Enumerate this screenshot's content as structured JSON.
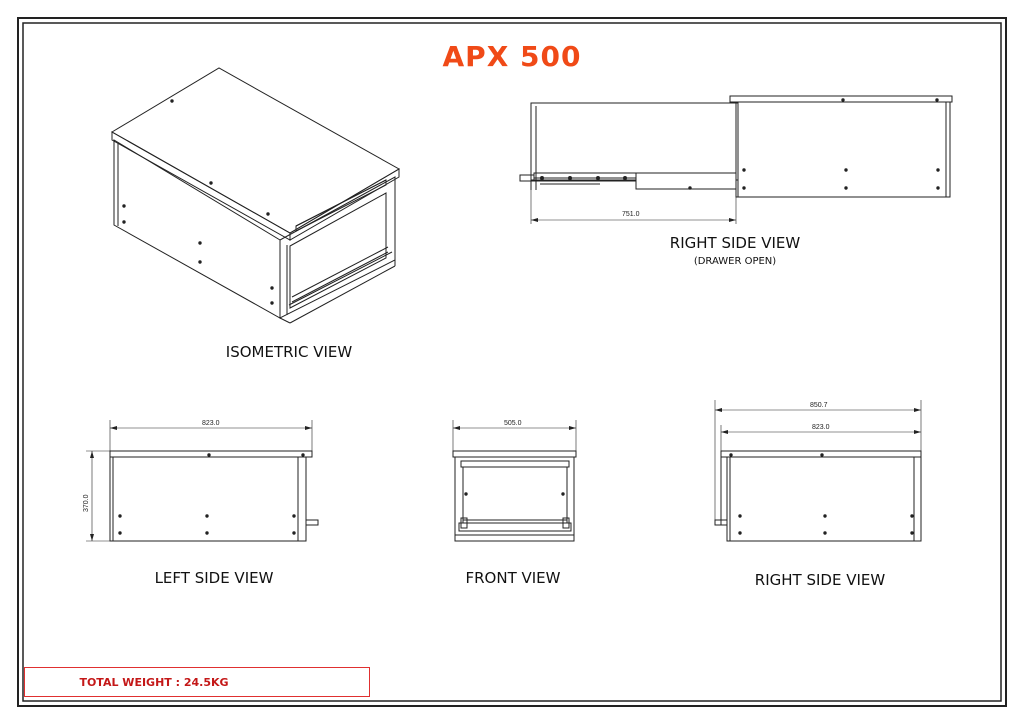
{
  "title": "APX 500",
  "colors": {
    "title": "#f04a17",
    "weight_text": "#c41818",
    "weight_border": "#e03030",
    "line": "#222222"
  },
  "views": {
    "isometric": {
      "label": "ISOMETRIC VIEW"
    },
    "right_open": {
      "label": "RIGHT SIDE VIEW",
      "sublabel": "(DRAWER OPEN)",
      "dim": "751.0"
    },
    "left_side": {
      "label": "LEFT SIDE VIEW",
      "dim_width": "823.0",
      "dim_height": "370.0"
    },
    "front": {
      "label": "FRONT VIEW",
      "dim_width": "505.0"
    },
    "right_side": {
      "label": "RIGHT SIDE VIEW",
      "dim_overall": "850.7",
      "dim_width": "823.0"
    }
  },
  "weight": {
    "text": "TOTAL WEIGHT : 24.5KG"
  }
}
